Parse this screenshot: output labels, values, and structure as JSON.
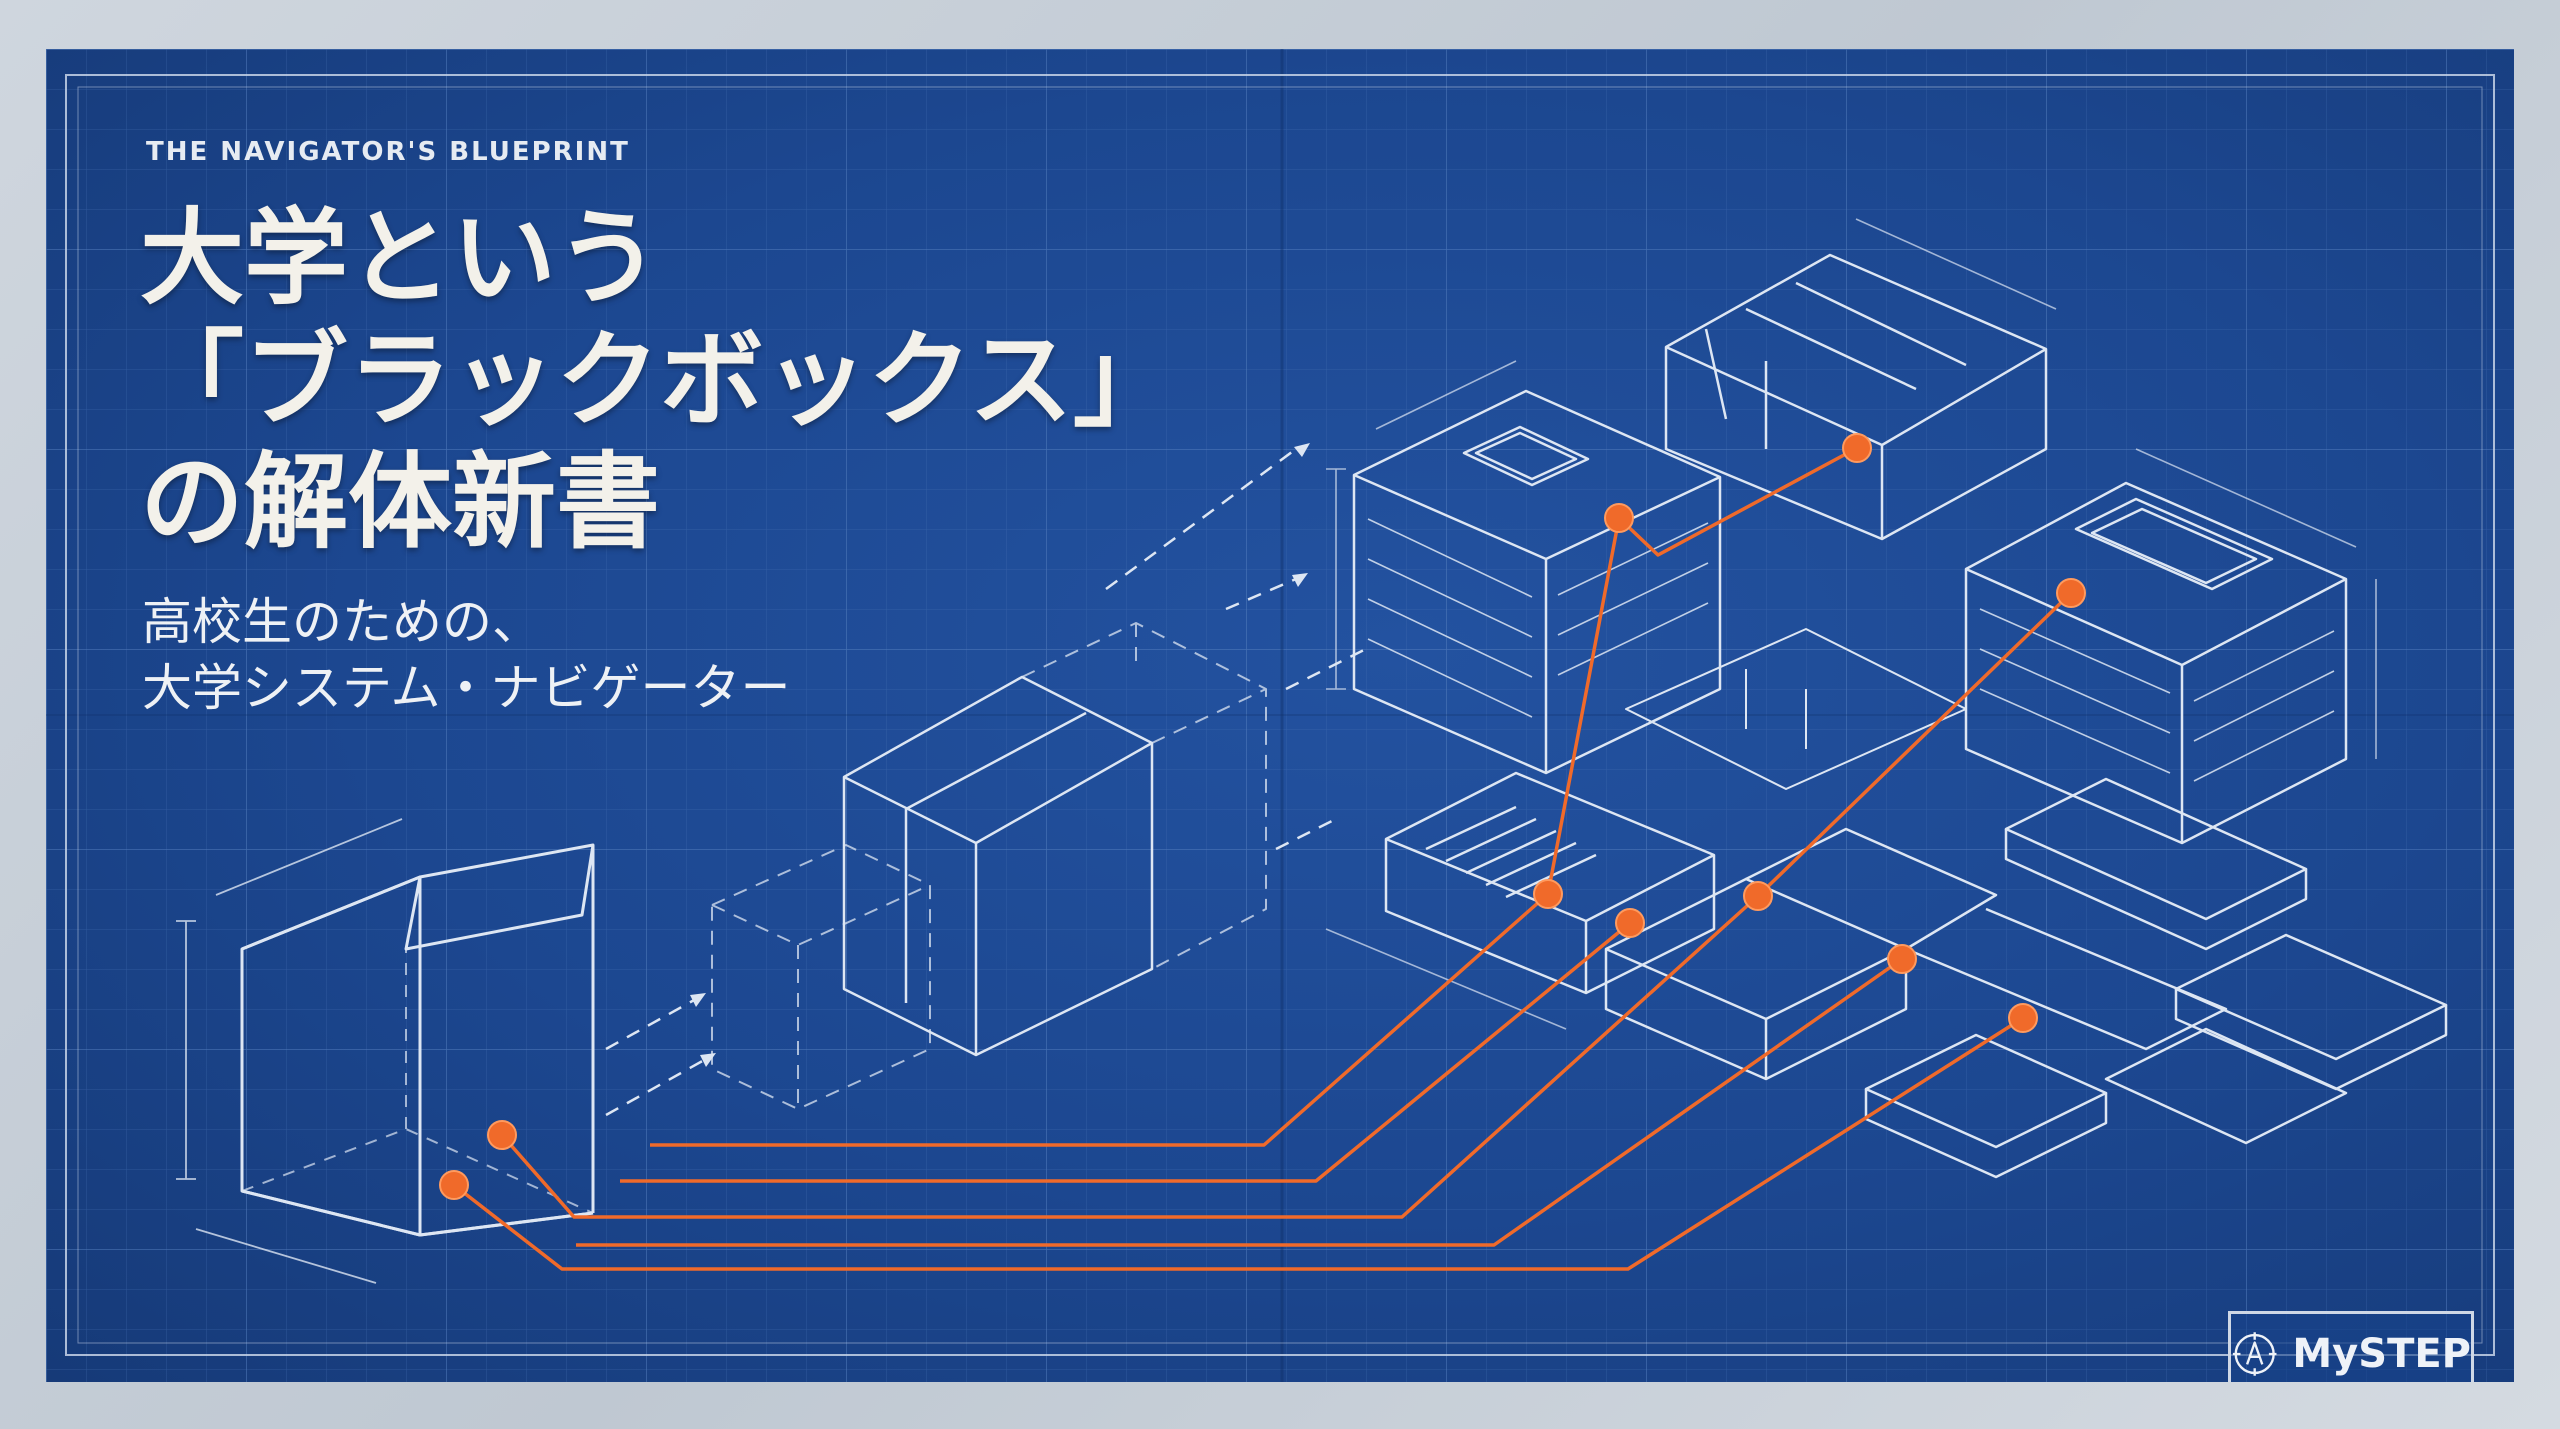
{
  "eyebrow": "THE NAVIGATOR'S BLUEPRINT",
  "headline": {
    "line1": "大学という",
    "line2": "「ブラックボックス」",
    "line3": "の解体新書"
  },
  "subtitle": {
    "line1": "高校生のための、",
    "line2": "大学システム・ナビゲーター"
  },
  "brand": {
    "name": "MySTEP",
    "icon": "compass-icon"
  },
  "colors": {
    "blueprint": "#1c4790",
    "lines": "#dde6f3",
    "accent": "#f06a2a",
    "paper": "#c9d2db"
  }
}
